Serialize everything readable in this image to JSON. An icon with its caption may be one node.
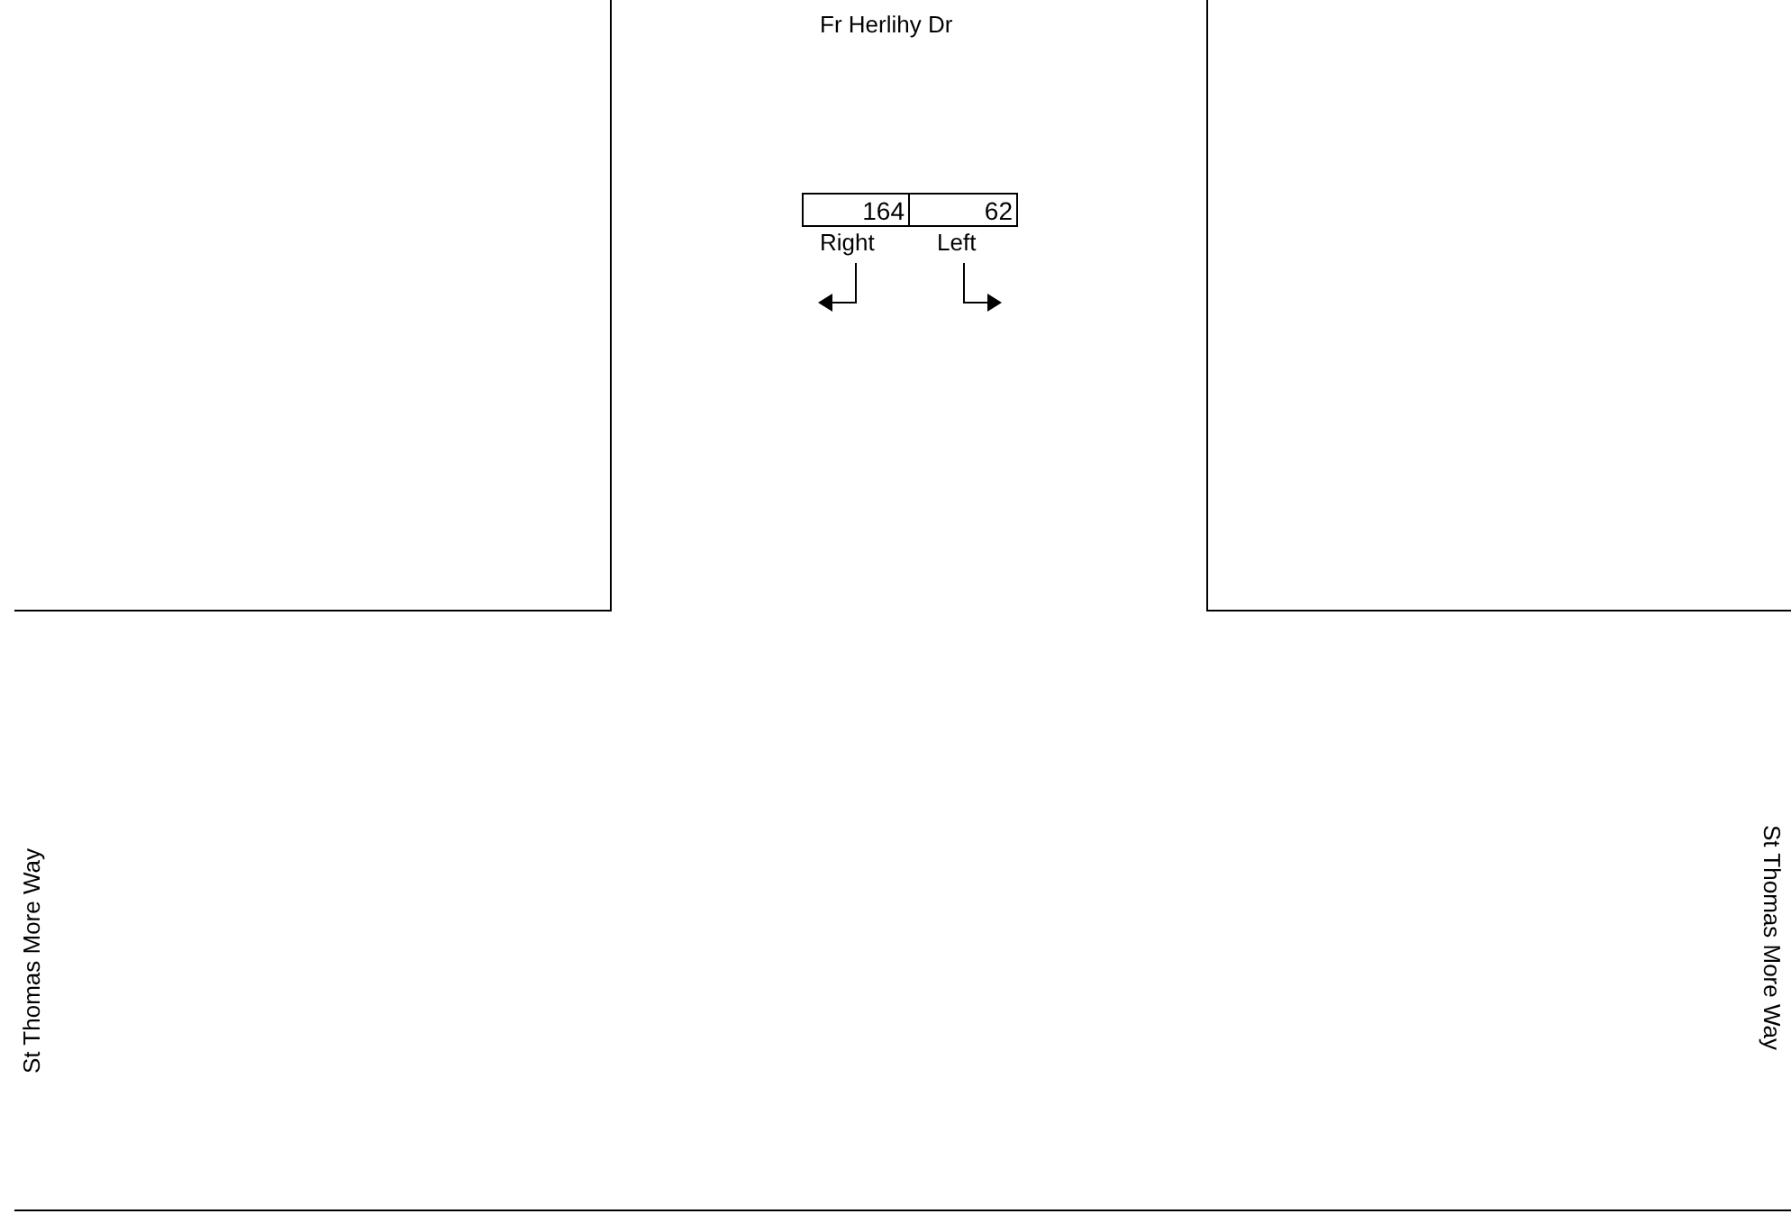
{
  "diagram": {
    "labels": [
      "Fr Herlihy Dr",
      "164",
      "62",
      "Right",
      "Left",
      "St Thomas More Way",
      "St Thomas More Way"
    ]
  }
}
